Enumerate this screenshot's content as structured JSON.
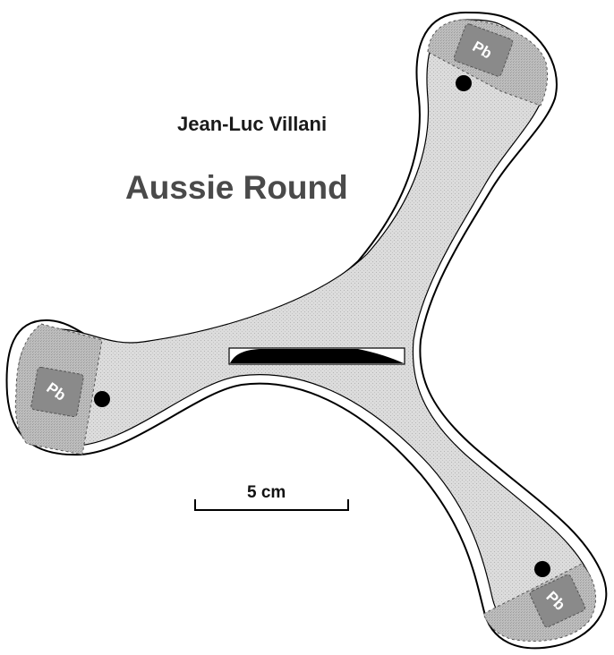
{
  "title": {
    "author": "Jean-Luc Villani",
    "model": "Aussie Round"
  },
  "scale_bar": {
    "label": "5 cm"
  },
  "weights": [
    {
      "label": "Pb",
      "arm": "top-right"
    },
    {
      "label": "Pb",
      "arm": "left"
    },
    {
      "label": "Pb",
      "arm": "bottom-right"
    }
  ]
}
